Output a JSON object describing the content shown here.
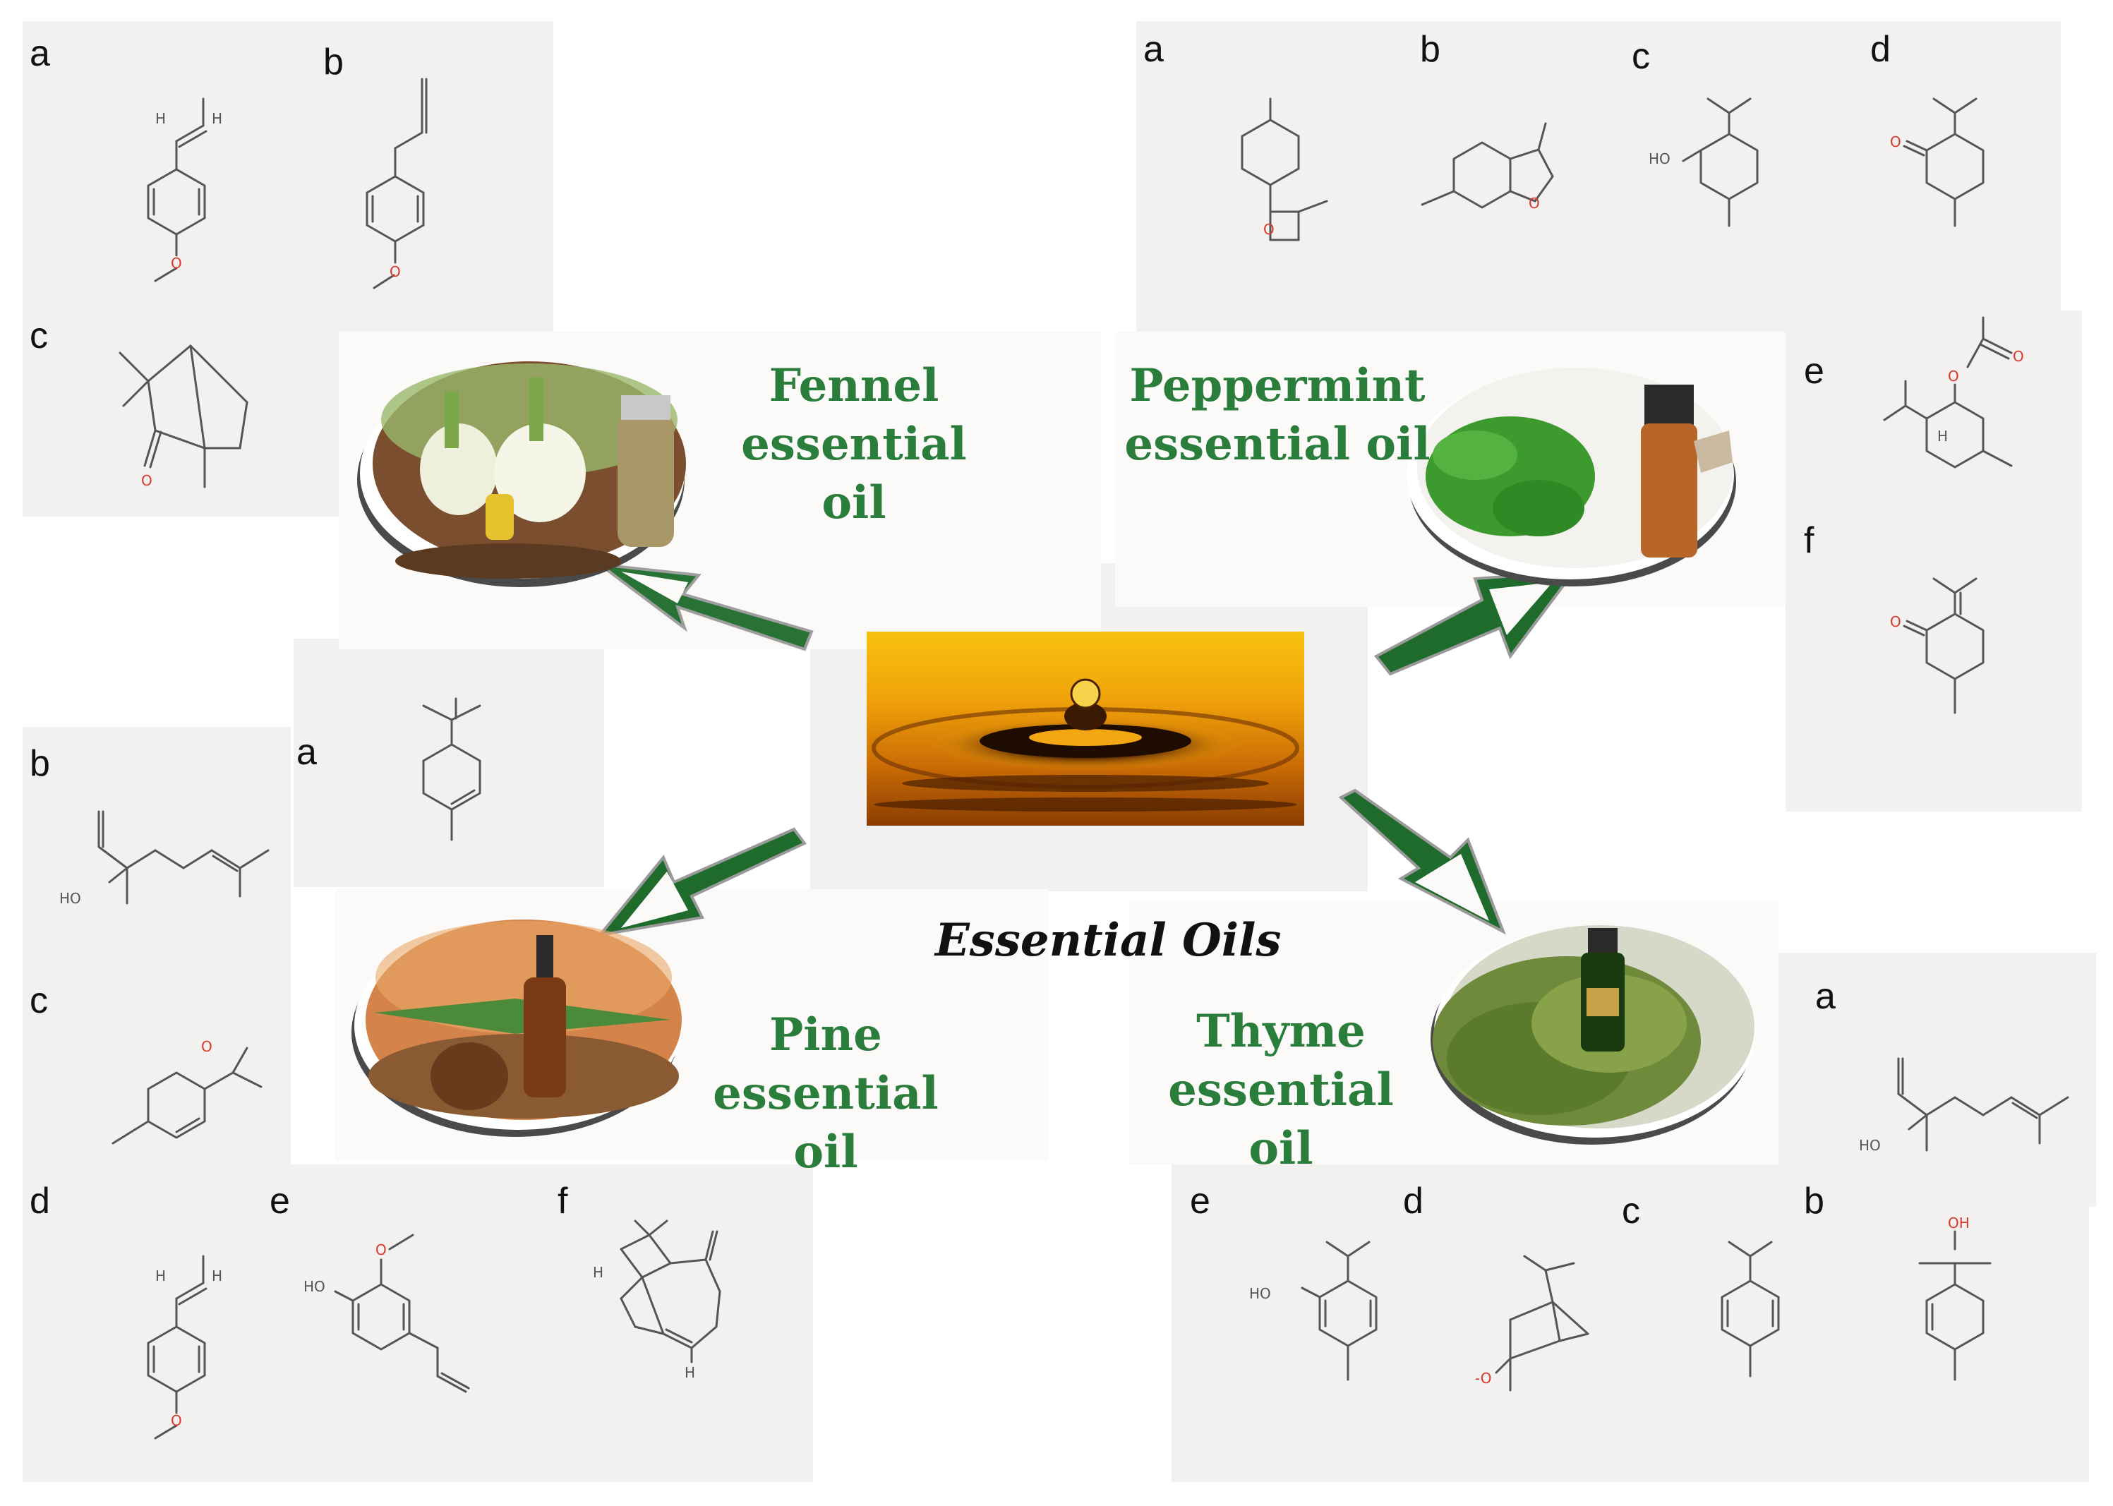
{
  "center": {
    "title": "Essential Oils"
  },
  "oils": {
    "fennel": {
      "line1": "Fennel",
      "line2": "essential oil"
    },
    "peppermint": {
      "line1": "Peppermint",
      "line2": "essential oil"
    },
    "pine": {
      "line1": "Pine",
      "line2": "essential oil"
    },
    "thyme": {
      "line1": "Thyme",
      "line2": "essential oil"
    }
  },
  "fennel_compounds": [
    "a",
    "b",
    "c"
  ],
  "peppermint_compounds": [
    "a",
    "b",
    "c",
    "d",
    "e",
    "f"
  ],
  "pine_compounds": [
    "a",
    "b",
    "c",
    "d",
    "e",
    "f"
  ],
  "thyme_compounds": [
    "a",
    "b",
    "c",
    "d",
    "e"
  ],
  "atoms": {
    "O": "O",
    "H": "H",
    "HO": "HO",
    "OH": "OH",
    "Ominus": "-O"
  },
  "colors": {
    "title_green": "#2a7d3b",
    "arrow_green": "#1e6b2c",
    "oxygen_red": "#d9372b",
    "panel_gray": "#f2f1f0"
  }
}
